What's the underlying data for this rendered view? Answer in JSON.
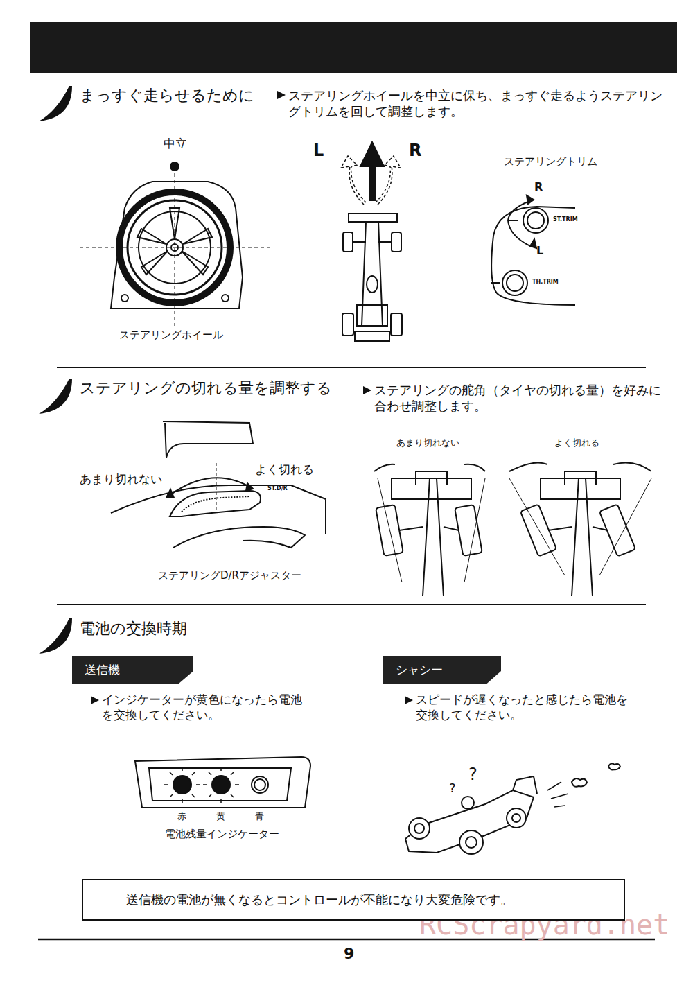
{
  "diagram": {
    "nodes": [
      {
        "text": [
          "送信機"
        ]
      },
      {
        "text": [
          "シャシー"
        ]
      },
      {
        "text": [
          "送信機の電池が無くなるとコントロールが不能になり大変危険です。"
        ]
      }
    ],
    "labels": [
      "まっすぐ走らせるために",
      "ステアリングホイールを中立に保ち、まっすぐ走るようステアリングトリムを回して調整します。",
      "中立",
      "L",
      "R",
      "ステアリングトリム",
      "R",
      "ST.TRIM",
      "L",
      "TH.TRIM",
      "ステアリングホイール",
      "ステアリングの切れる量を調整する",
      "ステアリングの舵角（タイヤの切れる量）を好みに合わせ調整します。",
      "あまり切れない",
      "よく切れる",
      "ST.D/R",
      "ステアリングD/Rアジャスター",
      "あまり切れない",
      "よく切れる",
      "電池の交換時期",
      "インジケーターが黄色になったら電池を交換してください。",
      "スピードが遅くなったと感じたら電池を交換してください。",
      "赤",
      "黄",
      "青",
      "電池残量インジケーター",
      "?",
      "?",
      "9",
      "RCScrapyard.net"
    ]
  }
}
